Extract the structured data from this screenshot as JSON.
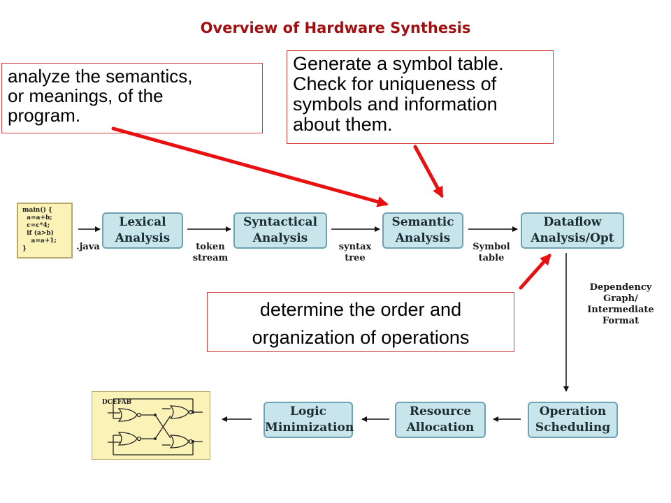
{
  "title": "Overview of Hardware Synthesis",
  "callouts": {
    "semantics": [
      "analyze the semantics,",
      "or meanings, of the",
      "program."
    ],
    "symbol_table": [
      "Generate a symbol table.",
      "Check for uniqueness of",
      "symbols and information",
      "about them."
    ],
    "order": [
      "determine the order and",
      "organization of operations"
    ]
  },
  "source_code": [
    "main() {",
    "  a=a+b;",
    "  c=c*4;",
    "  if (a>b)",
    "    a=a+1;",
    "}"
  ],
  "stages": {
    "lexical": [
      "Lexical",
      "Analysis"
    ],
    "syntactical": [
      "Syntactical",
      "Analysis"
    ],
    "semantic": [
      "Semantic",
      "Analysis"
    ],
    "dataflow": [
      "Dataflow",
      "Analysis/Opt"
    ],
    "operation": [
      "Operation",
      "Scheduling"
    ],
    "resource": [
      "Resource",
      "Allocation"
    ],
    "logic": [
      "Logic",
      "Minimization"
    ]
  },
  "edge_labels": {
    "java": ".java",
    "token_stream": [
      "token",
      "stream"
    ],
    "syntax_tree": [
      "syntax",
      "tree"
    ],
    "symbol_table": [
      "Symbol",
      "table"
    ],
    "dependency": [
      "Dependency",
      "Graph/",
      "Intermediate",
      "Format"
    ]
  },
  "circuit_label": "DCEFAB",
  "colors": {
    "title": "#a01010",
    "callout_border": "#d63a3a",
    "pointer_arrow": "#e81010",
    "stage_fill": "#c9e5ec",
    "stage_border": "#6ea1b3",
    "yellow_fill": "#fbf2b8"
  }
}
